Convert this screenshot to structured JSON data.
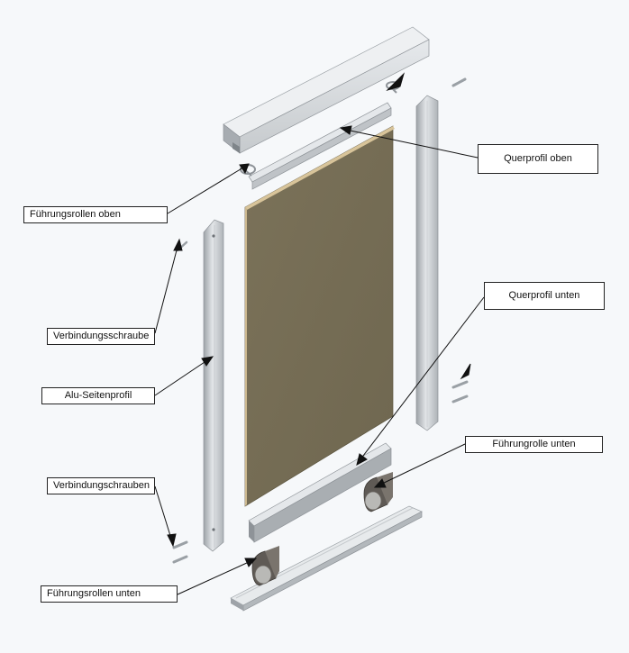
{
  "labels": {
    "querprofil_oben": "Querprofil oben",
    "fuehrungsrollen_oben": "Führungsrollen oben",
    "verbindungsschraube": "Verbindungsschraube",
    "alu_seitenprofil": "Alu-Seitenprofil",
    "querprofil_unten": "Querprofil unten",
    "fuehrungrolle_unten": "Führungrolle unten",
    "verbindungsschrauben": "Verbindungschrauben",
    "fuehrungsrollen_unten": "Führungsrollen unten"
  },
  "colors": {
    "panel_face": "#756d55",
    "panel_edge": "#d8c49a",
    "aluminium_light": "#dfe2e5",
    "aluminium_mid": "#b9bdc1",
    "aluminium_dark": "#8e9398",
    "leader_line": "#111111",
    "background": "#f6f8fa"
  }
}
